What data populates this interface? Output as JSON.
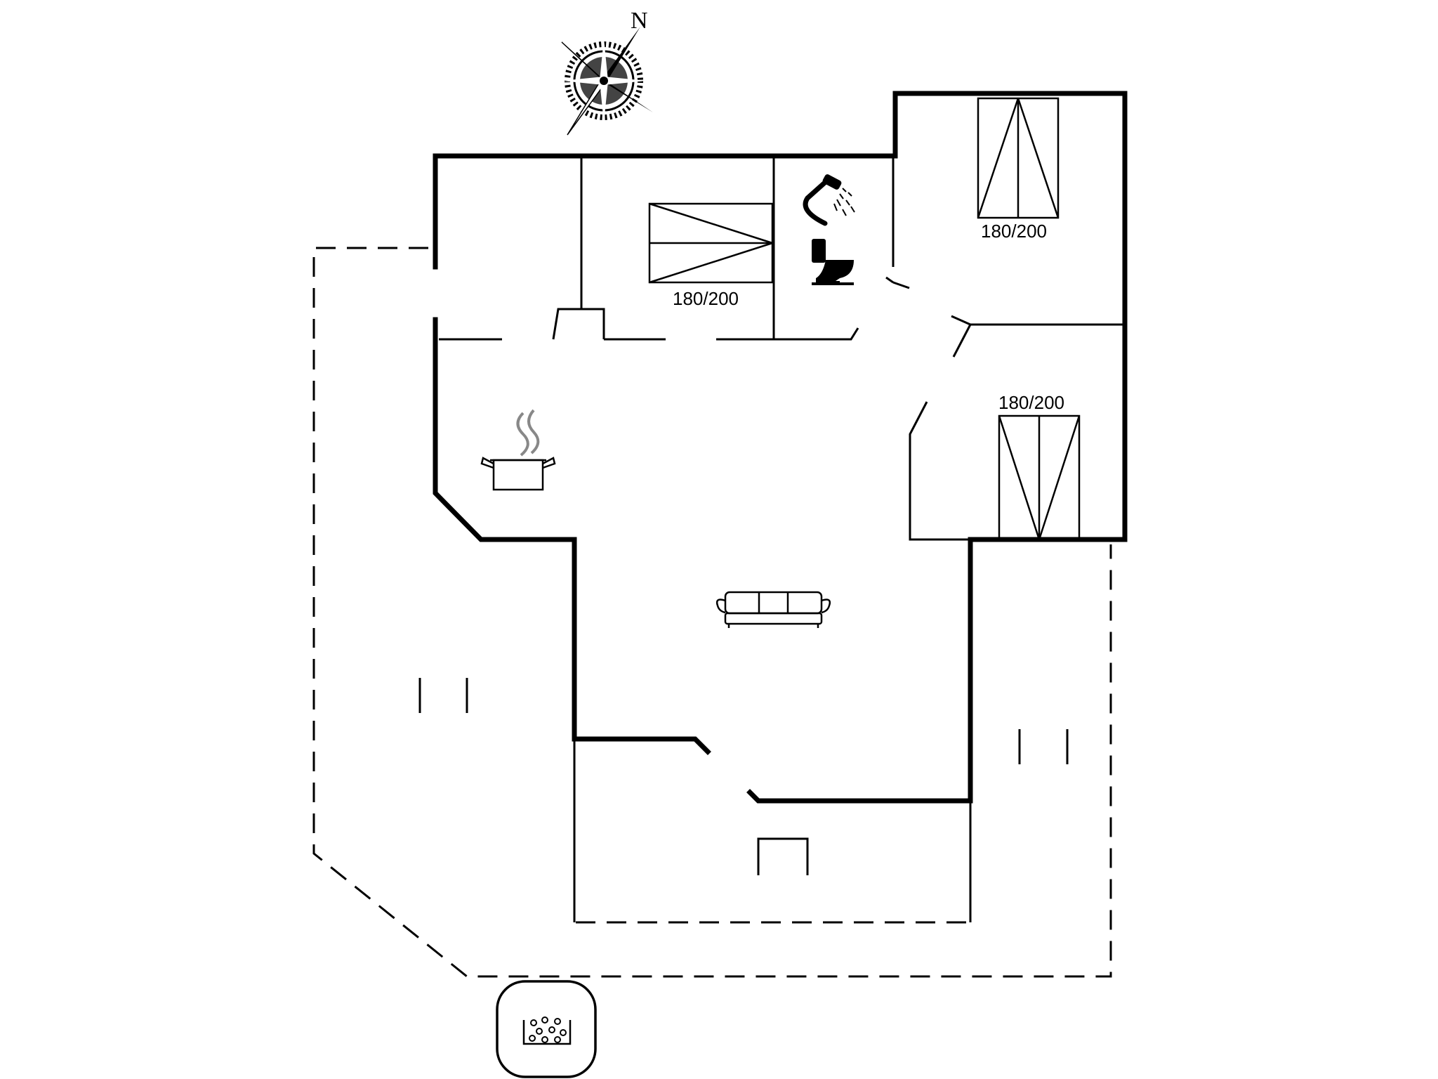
{
  "compass": {
    "north_label": "N"
  },
  "beds": [
    {
      "id": "bed-center",
      "size_label": "180/200"
    },
    {
      "id": "bed-top-right",
      "size_label": "180/200"
    },
    {
      "id": "bed-right",
      "size_label": "180/200"
    }
  ],
  "icons": [
    "compass-icon",
    "shower-icon",
    "toilet-icon",
    "cooking-pot-icon",
    "sofa-icon",
    "hot-tub-icon"
  ],
  "colors": {
    "line": "#000000",
    "background": "#ffffff"
  }
}
